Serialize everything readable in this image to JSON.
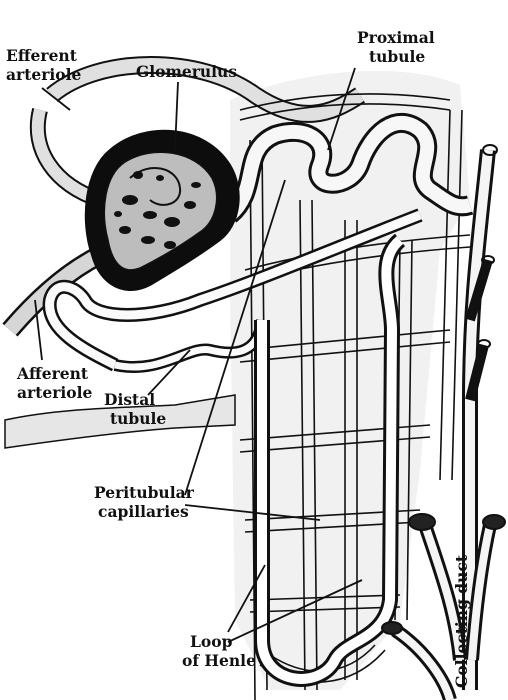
{
  "diagram": {
    "labels": {
      "efferent_arteriole": {
        "line1": "Efferent",
        "line2": "arteriole"
      },
      "glomerulus": "Glomerulus",
      "proximal_tubule": {
        "line1": "Proximal",
        "line2": "tubule"
      },
      "afferent_arteriole": {
        "line1": "Afferent",
        "line2": "arteriole"
      },
      "distal_tubule": {
        "line1": "Distal",
        "line2": "tubule"
      },
      "peritubular_capillaries": {
        "line1": "Peritubular",
        "line2": "capillaries"
      },
      "loop_of_henle": {
        "line1": "Loop",
        "line2": "of Henle"
      },
      "collecting_duct": "Collecting duct"
    }
  },
  "colors": {
    "ink": "#111111",
    "glomerulus_fill": "#bdbdbd",
    "capsule": "#0d0d0d",
    "tissue_shade": "#e9e9e9"
  }
}
